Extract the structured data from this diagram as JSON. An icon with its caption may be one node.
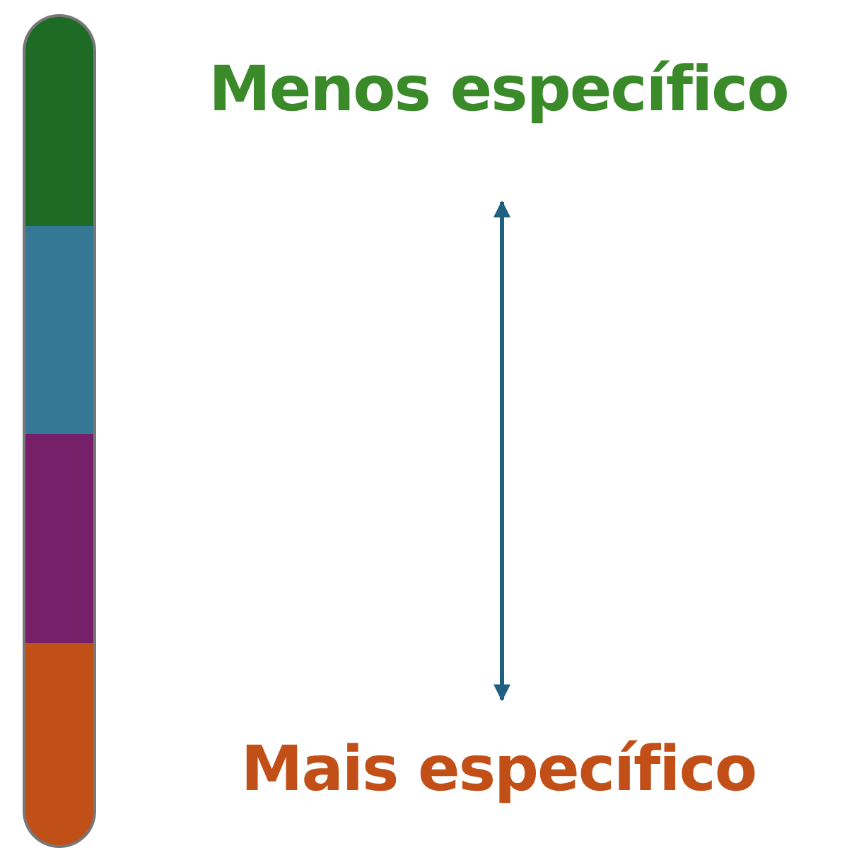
{
  "diagram": {
    "nodes": [
      {
        "text": [],
        "shape": "bar"
      },
      {
        "text": [],
        "shape": "bar"
      },
      {
        "text": [],
        "shape": "bar"
      },
      {
        "text": [],
        "shape": "bar"
      },
      {
        "text": [
          "Menos específico"
        ]
      },
      {
        "text": [
          "Mais específico"
        ]
      }
    ],
    "edges": [
      {
        "from": 4,
        "to": 5,
        "arrow": "both"
      }
    ]
  }
}
